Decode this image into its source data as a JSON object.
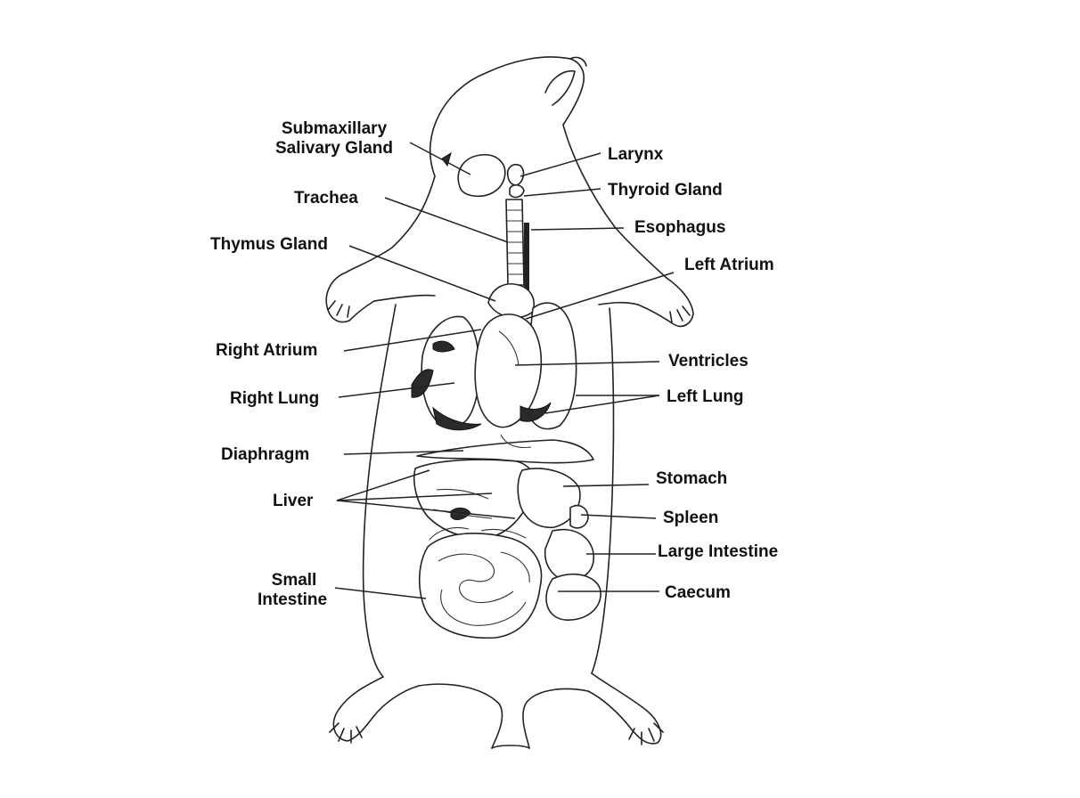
{
  "labels": {
    "submaxillary_1": "Submaxillary",
    "submaxillary_2": "Salivary Gland",
    "trachea": "Trachea",
    "thymus": "Thymus Gland",
    "right_atrium": "Right Atrium",
    "right_lung": "Right Lung",
    "diaphragm": "Diaphragm",
    "liver": "Liver",
    "small_int_1": "Small",
    "small_int_2": "Intestine",
    "larynx": "Larynx",
    "thyroid": "Thyroid Gland",
    "esophagus": "Esophagus",
    "left_atrium": "Left Atrium",
    "ventricles": "Ventricles",
    "left_lung": "Left Lung",
    "stomach": "Stomach",
    "spleen": "Spleen",
    "large_int": "Large Intestine",
    "caecum": "Caecum"
  },
  "colors": {
    "line": "#222222",
    "shading": "#2a2a2a",
    "background": "#ffffff"
  }
}
